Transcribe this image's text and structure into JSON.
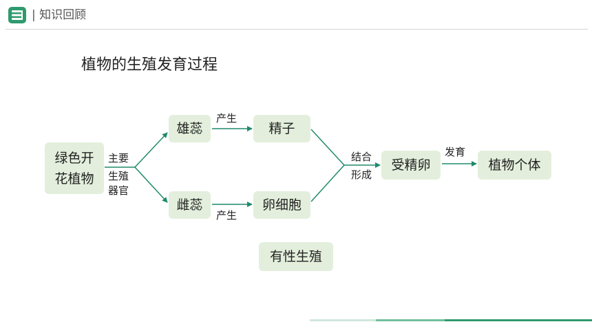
{
  "header": {
    "title": "| 知识回顾",
    "icon": "book-stack-icon",
    "accent_color": "#2f9a6e"
  },
  "title": "植物的生殖发育过程",
  "nodes": {
    "green_plant_line1": "绿色开",
    "green_plant_line2": "花植物",
    "stamen": "雄蕊",
    "pistil": "雌蕊",
    "sperm": "精子",
    "egg": "卵细胞",
    "zygote": "受精卵",
    "plant_individual": "植物个体",
    "sexual_reproduction": "有性生殖"
  },
  "labels": {
    "main": "主要",
    "repro_organ_line1": "生殖",
    "repro_organ_line2": "器官",
    "produce_top": "产生",
    "produce_bottom": "产生",
    "combine": "结合",
    "form": "形成",
    "develop": "发育"
  },
  "colors": {
    "node_fill": "#e3efdc",
    "arrow": "#1e8a6a"
  }
}
